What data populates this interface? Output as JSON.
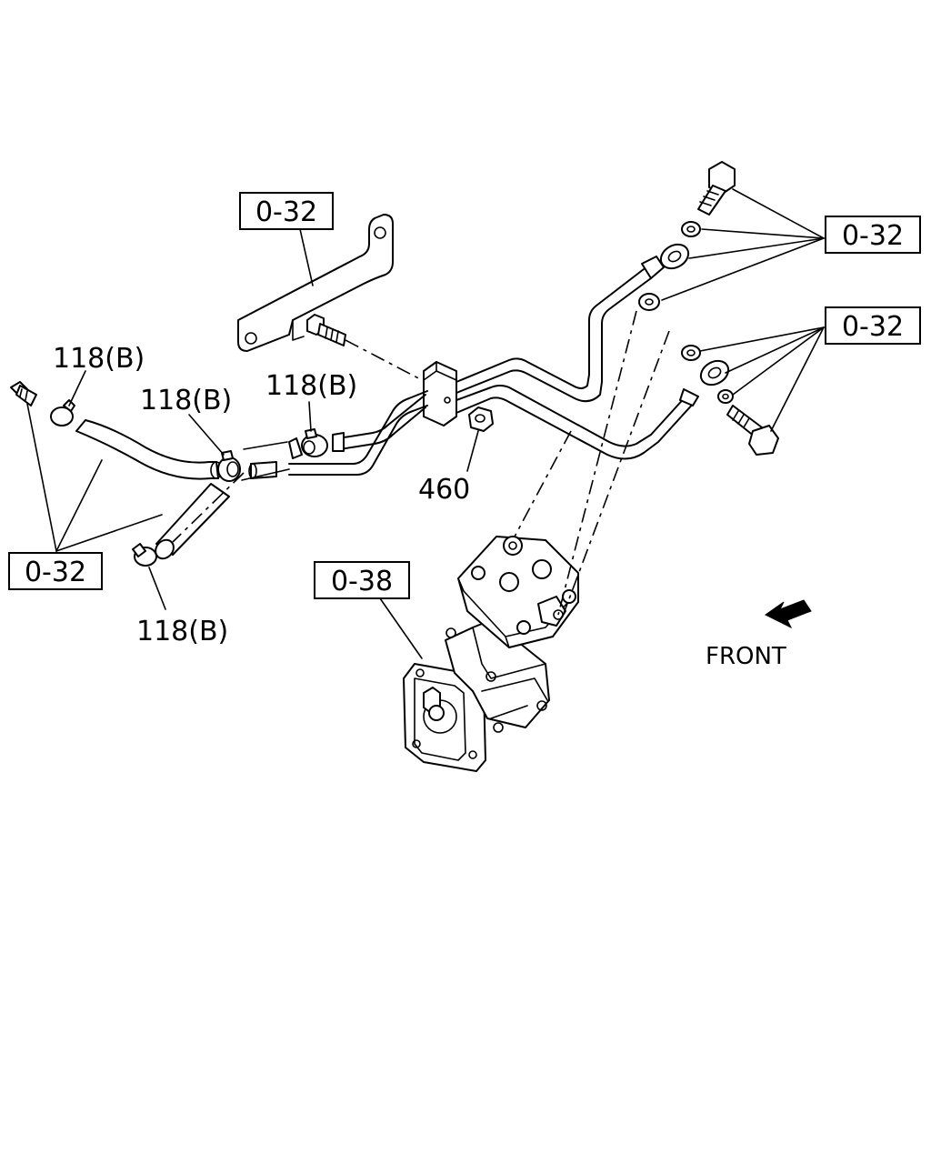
{
  "labels": {
    "ref_0_32": "0-32",
    "ref_0_38": "0-38",
    "part_118b": "118(B)",
    "part_460": "460",
    "front": "FRONT"
  },
  "icons": {
    "front_arrow": "front-arrow-icon"
  }
}
